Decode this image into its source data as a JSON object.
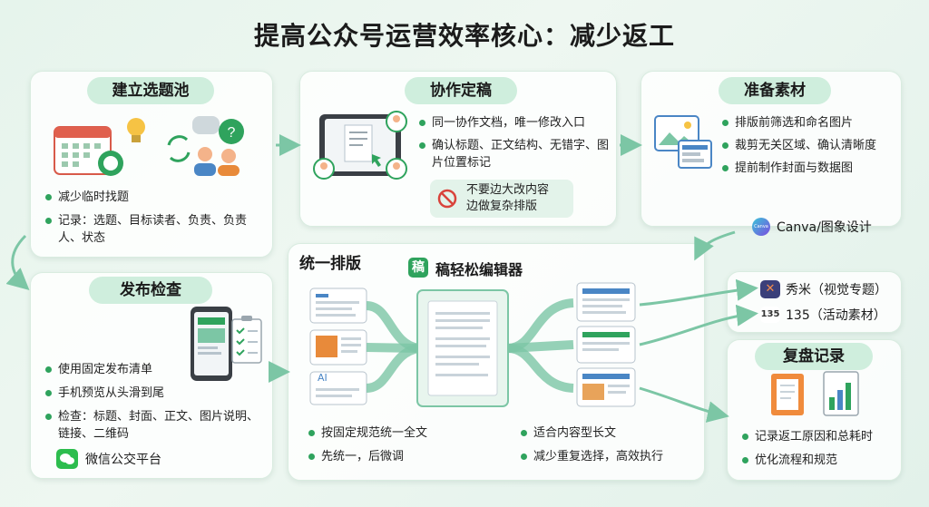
{
  "title": "提高公众号运营效率核心：减少返工",
  "sections": {
    "topic_pool": {
      "heading": "建立选题池",
      "bullets": [
        "减少临时找题",
        "记录：选题、目标读者、负责、负责人、状态"
      ]
    },
    "collab": {
      "heading": "协作定稿",
      "bullets": [
        "同一协作文档，唯一修改入口",
        "确认标题、正文结构、无错字、图片位置标记"
      ],
      "warning": [
        "不要边大改内容",
        "边做复杂排版"
      ]
    },
    "materials": {
      "heading": "准备素材",
      "bullets": [
        "排版前筛选和命名图片",
        "裁剪无关区域、确认清晰度",
        "提前制作封面与数据图"
      ],
      "tool": "Canva/图象设计",
      "tool_icon_text": "Canva"
    },
    "publish_check": {
      "heading": "发布检查",
      "bullets": [
        "使用固定发布清单",
        "手机预览从头滑到尾",
        "检查：标题、封面、正文、图片说明、链接、二维码"
      ],
      "tool": "微信公交平台"
    },
    "layout": {
      "heading": "统一排版",
      "editor_badge": "稿",
      "editor_name": "稿轻松编辑器",
      "source_ai": "AI",
      "bullets_left": [
        "按固定规范统一全文",
        "先统一，后微调"
      ],
      "bullets_right": [
        "适合内容型长文",
        "减少重复选择，高效执行"
      ]
    },
    "tools": {
      "xiumi": "秀米（视觉专题）",
      "t135_icon": "135",
      "t135": "135（活动素材）"
    },
    "review": {
      "heading": "复盘记录",
      "bullets": [
        "记录返工原因和总耗时",
        "优化流程和规范"
      ]
    }
  },
  "colors": {
    "accent_green": "#2fa35d",
    "pill_bg": "#cfeedd",
    "arrow": "#7cc6a5",
    "warning_red": "#d9433b",
    "wechat_green": "#2dbd4e"
  }
}
